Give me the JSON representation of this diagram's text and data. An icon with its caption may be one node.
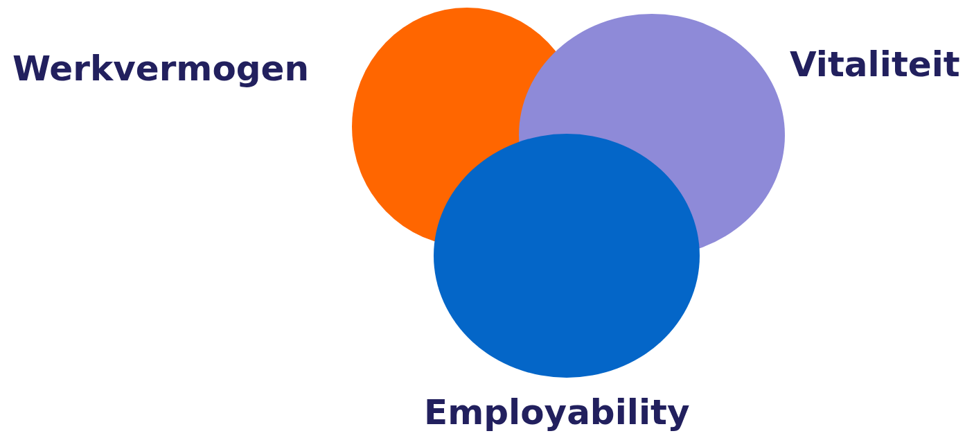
{
  "diagram": {
    "nodes": [
      {
        "text": [
          "Werkvermogen"
        ]
      },
      {
        "text": [
          "Vitaliteit"
        ]
      },
      {
        "text": [
          "Employability"
        ]
      }
    ]
  }
}
